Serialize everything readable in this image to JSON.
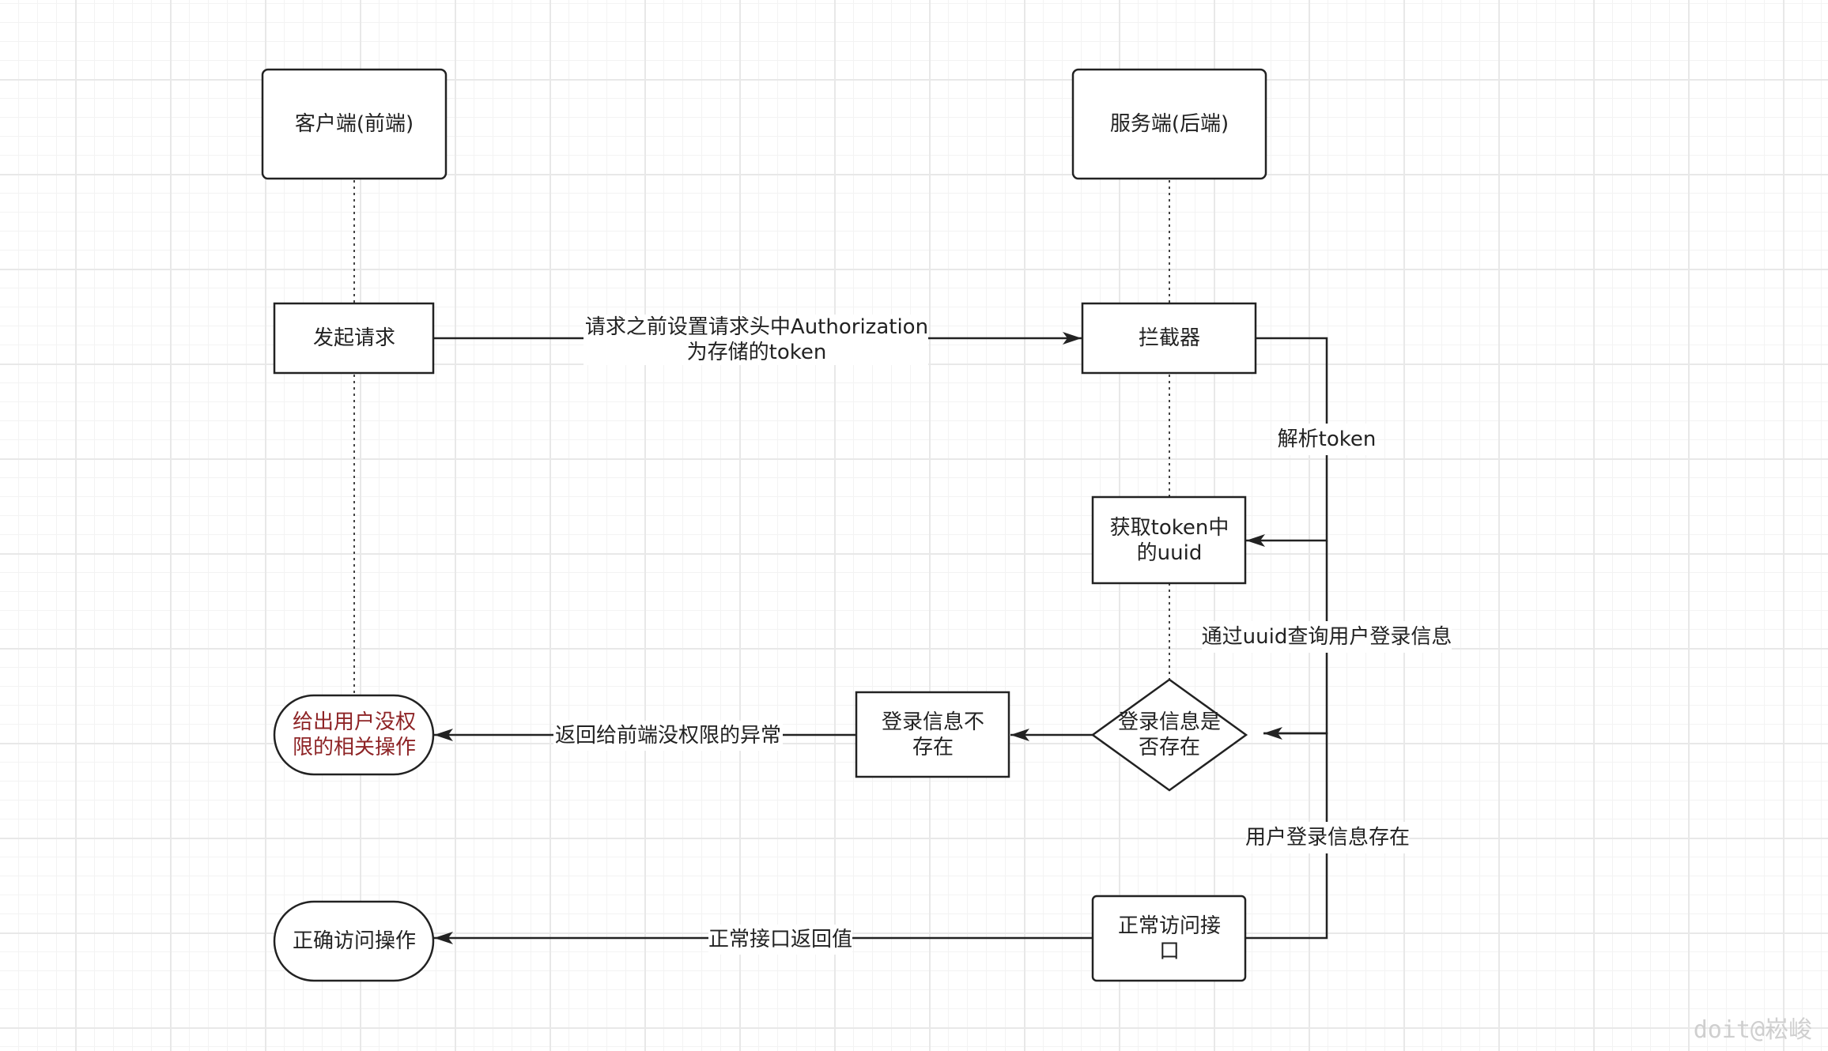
{
  "nodes": {
    "client": "客户端(前端)",
    "server": "服务端(后端)",
    "send_request": "发起请求",
    "interceptor": "拦截器",
    "get_uuid": [
      "获取token中",
      "的uuid"
    ],
    "login_exists": [
      "登录信息是",
      "否存在"
    ],
    "login_not_exists": [
      "登录信息不",
      "存在"
    ],
    "no_permission": [
      "给出用户没权",
      "限的相关操作"
    ],
    "normal_access": [
      "正常访问接",
      "口"
    ],
    "correct_access": "正确访问操作"
  },
  "edges": {
    "set_header": [
      "请求之前设置请求头中Authorization",
      "为存储的token"
    ],
    "parse_token": "解析token",
    "query_login": "通过uuid查询用户登录信息",
    "return_no_permission": "返回给前端没权限的异常",
    "user_login_exists": "用户登录信息存在",
    "normal_return": "正常接口返回值"
  },
  "colors": {
    "stroke": "#222222",
    "alert_text": "#8e2426"
  },
  "watermark": "doit@崧峻"
}
